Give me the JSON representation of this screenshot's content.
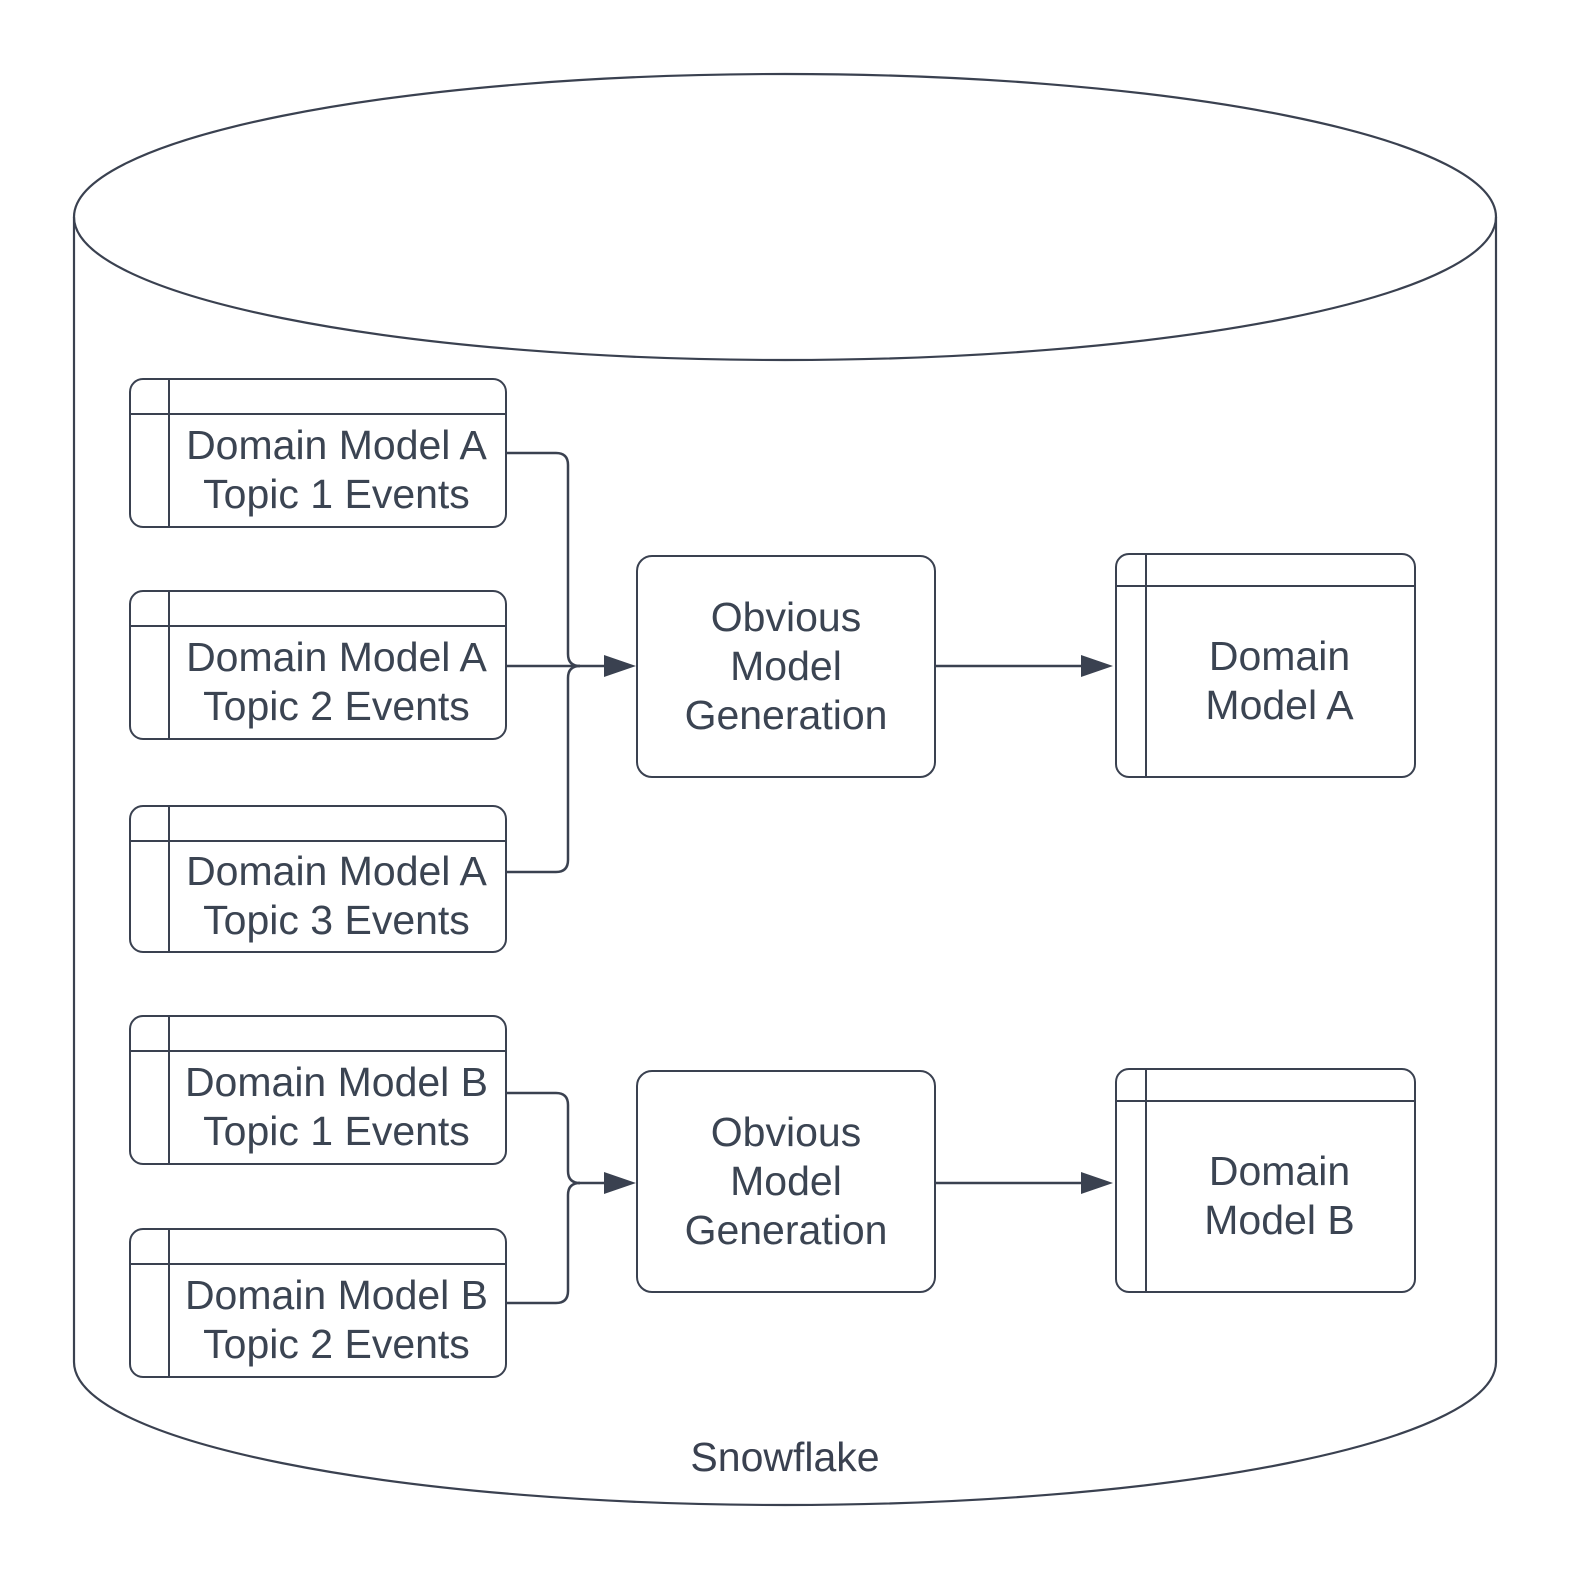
{
  "diagram": {
    "cylinder": {
      "label": "Snowflake"
    },
    "colors": {
      "stroke": "#3a4150",
      "text": "#3b4452",
      "background": "#ffffff"
    },
    "tables": [
      {
        "id": "domain-model-a-topic-1-events",
        "lines": [
          "Domain Model A",
          "Topic 1 Events"
        ]
      },
      {
        "id": "domain-model-a-topic-2-events",
        "lines": [
          "Domain Model A",
          "Topic 2 Events"
        ]
      },
      {
        "id": "domain-model-a-topic-3-events",
        "lines": [
          "Domain Model A",
          "Topic 3 Events"
        ]
      },
      {
        "id": "domain-model-b-topic-1-events",
        "lines": [
          "Domain Model B",
          "Topic 1 Events"
        ]
      },
      {
        "id": "domain-model-b-topic-2-events",
        "lines": [
          "Domain Model B",
          "Topic 2 Events"
        ]
      }
    ],
    "processes": [
      {
        "id": "obvious-model-generation-a",
        "lines": [
          "Obvious",
          "Model",
          "Generation"
        ]
      },
      {
        "id": "obvious-model-generation-b",
        "lines": [
          "Obvious",
          "Model",
          "Generation"
        ]
      }
    ],
    "outputs": [
      {
        "id": "domain-model-a",
        "lines": [
          "Domain",
          "Model A"
        ]
      },
      {
        "id": "domain-model-b",
        "lines": [
          "Domain",
          "Model B"
        ]
      }
    ]
  }
}
